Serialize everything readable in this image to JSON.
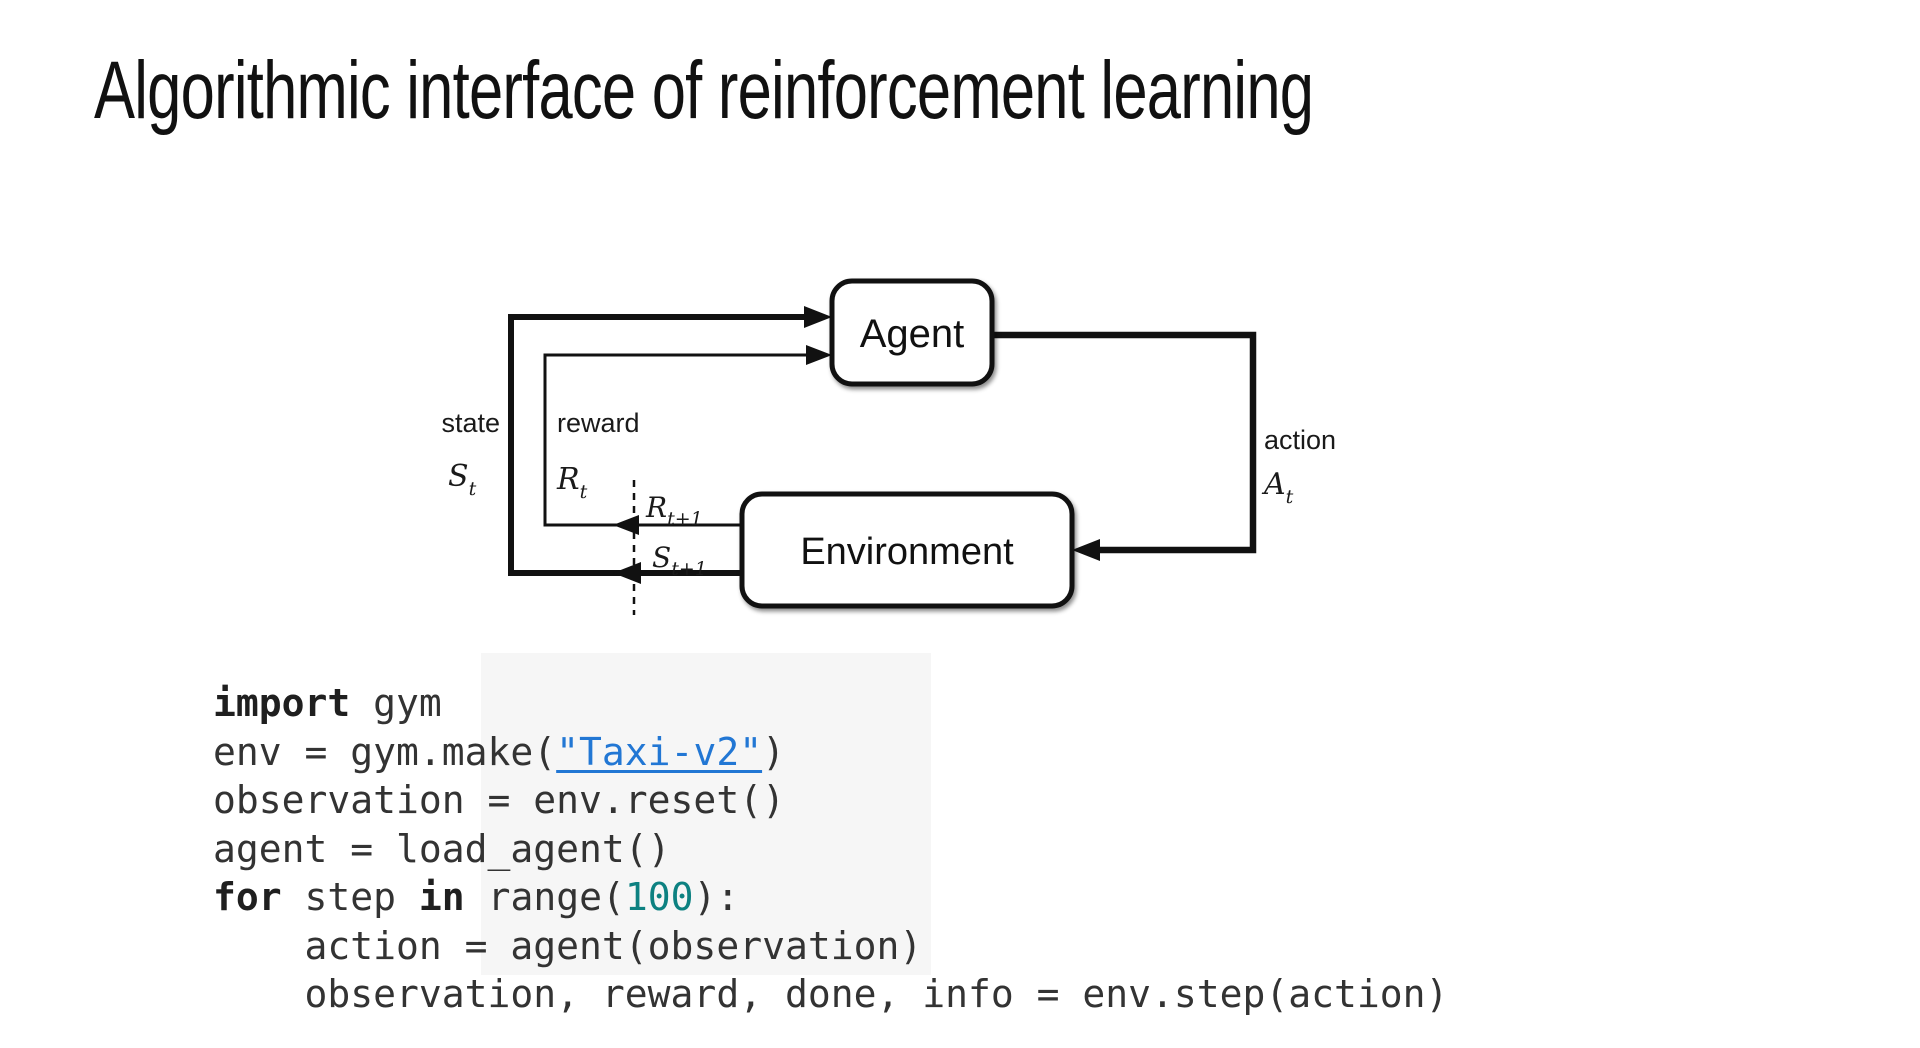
{
  "title": "Algorithmic interface of reinforcement learning",
  "diagram": {
    "agent": "Agent",
    "environment": "Environment",
    "state": {
      "word": "state",
      "sym": "S",
      "sub": "t"
    },
    "reward": {
      "word": "reward",
      "sym": "R",
      "sub": "t"
    },
    "action": {
      "word": "action",
      "sym": "A",
      "sub": "t"
    },
    "next_reward": {
      "sym": "R",
      "sub": "t+1"
    },
    "next_state": {
      "sym": "S",
      "sub": "t+1"
    }
  },
  "code": {
    "lines": [
      [
        {
          "t": "import",
          "c": "kw"
        },
        {
          "t": " gym",
          "c": "pl"
        }
      ],
      [
        {
          "t": "env = gym.make(",
          "c": "pl"
        },
        {
          "t": "\"Taxi-v2\"",
          "c": "link"
        },
        {
          "t": ")",
          "c": "pl"
        }
      ],
      [
        {
          "t": "observation = env.reset()",
          "c": "pl"
        }
      ],
      [
        {
          "t": "agent = load_agent()",
          "c": "pl"
        }
      ],
      [
        {
          "t": "for",
          "c": "kw"
        },
        {
          "t": " step ",
          "c": "pl"
        },
        {
          "t": "in",
          "c": "kw"
        },
        {
          "t": " range(",
          "c": "pl"
        },
        {
          "t": "100",
          "c": "num"
        },
        {
          "t": "):",
          "c": "pl"
        }
      ],
      [
        {
          "t": "    action = agent(observation)",
          "c": "pl"
        }
      ],
      [
        {
          "t": "    observation, reward, done, info = env.step(action)",
          "c": "pl"
        }
      ]
    ]
  },
  "colors": {
    "code_text": "#333333",
    "keyword": "#1f1f1f",
    "link_blue": "#2277d4",
    "number_teal": "#0d8181",
    "diagram_ink": "#111111"
  }
}
